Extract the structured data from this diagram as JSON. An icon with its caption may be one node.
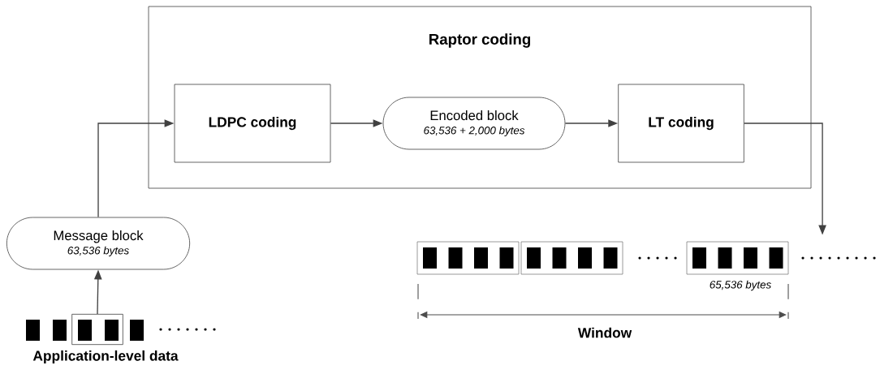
{
  "diagram": {
    "nodes": [
      {
        "text": [
          "Raptor coding"
        ]
      },
      {
        "text": [
          "LDPC coding"
        ],
        "in": 0
      },
      {
        "text": [
          "Encoded block",
          "63,536 + 2,000 bytes"
        ],
        "in": 0
      },
      {
        "text": [
          "LT coding"
        ],
        "in": 0
      },
      {
        "text": [
          "Message block",
          "63,536 bytes"
        ]
      },
      {
        "text": [],
        "shape": "box",
        "beside": [
          "Application-level data"
        ]
      },
      {
        "text": [],
        "shape": "bar",
        "beside": [
          "65,536 bytes"
        ]
      }
    ],
    "edges": [
      {
        "from": 4,
        "to": 1,
        "arrow": "to"
      },
      {
        "from": 1,
        "to": 2,
        "arrow": "to"
      },
      {
        "from": 2,
        "to": 3,
        "arrow": "to"
      },
      {
        "from": 3,
        "to": 6,
        "arrow": "to"
      },
      {
        "from": 5,
        "to": 4,
        "arrow": "to"
      }
    ],
    "labels": [
      "Window"
    ]
  }
}
